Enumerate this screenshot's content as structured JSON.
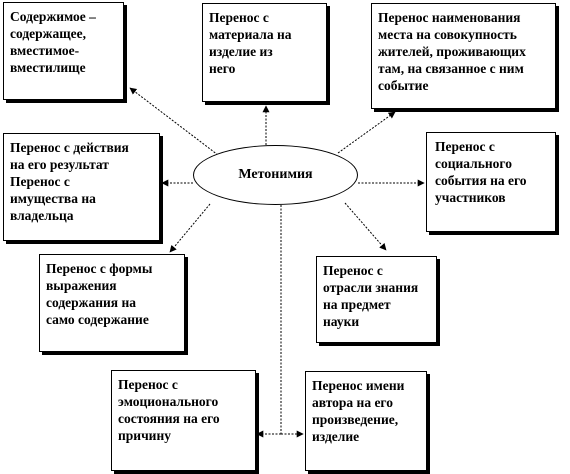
{
  "diagram": {
    "center": "Метонимия",
    "nodes": {
      "n1": "Содержимое –\nсодержащее,\nвместимое-\nвместилище",
      "n2": "Перенос с\nматериала на\nизделие из\nнего",
      "n3": "Перенос наименования\nместа на совокупность\nжителей, проживающих\nтам, на связанное с ним\nсобытие",
      "n4": "Перенос с действия\nна его результат\nПеренос с\nимущества на\nвладельца",
      "n5": "Перенос с\nсоциального\nсобытия на его\nучастников",
      "n6": "Перенос с формы\nвыражения\nсодержания на\nсамо содержание",
      "n7": "Перенос с\nотрасли знания\nна предмет\nнауки",
      "n8": "Перенос с\nэмоционального\nсостояния на его\nпричину",
      "n9": "Перенос имени\nавтора на его\nпроизведение,\nизделие"
    }
  }
}
